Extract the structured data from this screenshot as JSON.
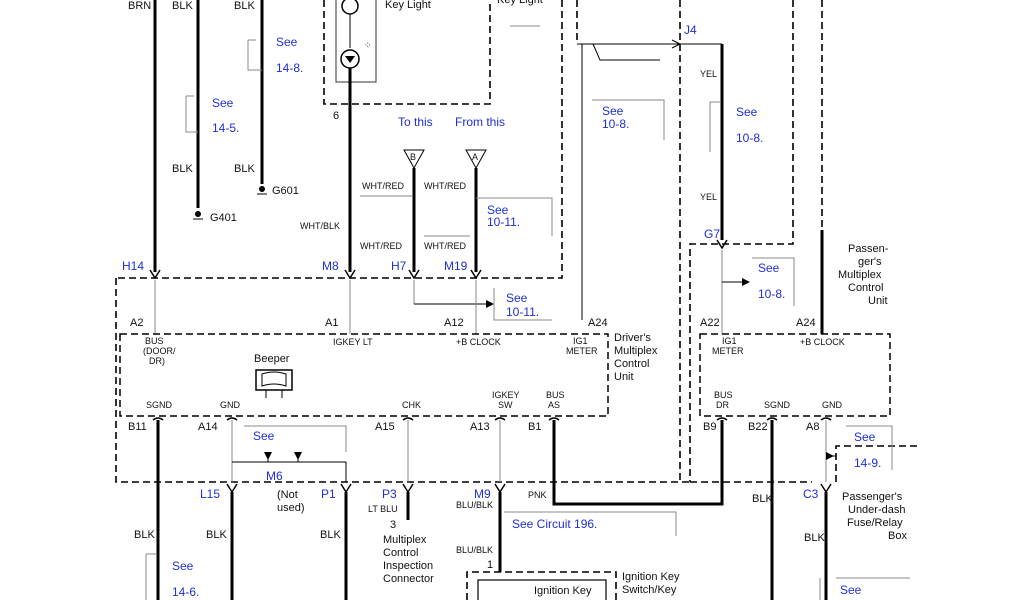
{
  "wires": {
    "brn": "BRN",
    "blk": "BLK",
    "yel": "YEL",
    "wht_red": "WHT/RED",
    "wht_blk": "WHT/BLK",
    "pnk": "PNK",
    "lt_blu": "LT BLU",
    "blu_blk": "BLU/BLK"
  },
  "grounds": {
    "g401": "G401",
    "g601": "G601"
  },
  "connectors": {
    "j4": "J4",
    "h14": "H14",
    "m8": "M8",
    "h7": "H7",
    "m19": "M19",
    "g7": "G7",
    "l15": "L15",
    "m6": "M6",
    "p1": "P1",
    "p3": "P3",
    "m9": "M9",
    "c3": "C3"
  },
  "pins": {
    "a2": "A2",
    "a1": "A1",
    "a12": "A12",
    "a24": "A24",
    "b11": "B11",
    "a14": "A14",
    "a15": "A15",
    "a13": "A13",
    "b1": "B1",
    "a22": "A22",
    "b9": "B9",
    "b22": "B22",
    "a8": "A8",
    "n6": "6",
    "n3": "3",
    "n1": "1"
  },
  "refs": {
    "see": "See",
    "r14_8": "14-8.",
    "r14_5": "14-5.",
    "r10_8": "10-8.",
    "r10_11": "10-11.",
    "r14_9": "14-9.",
    "r14_6": "14-6.",
    "circuit196": "See Circuit 196."
  },
  "arrows": {
    "b": "B",
    "a": "A"
  },
  "text": {
    "key_light": "Key Light",
    "to_this": "To this",
    "from_this": "From this",
    "beeper": "Beeper",
    "not_used_1": "(Not",
    "not_used_2": "used)"
  },
  "drv_unit": {
    "name": [
      "Driver's",
      "Multiplex",
      "Control",
      "Unit"
    ],
    "bus_door": [
      "BUS",
      "(DOOR/",
      "DR)"
    ],
    "igkey_lt": "IGKEY LT",
    "b_clock": "+B CLOCK",
    "ig1": "IG1",
    "meter": "METER",
    "sgnd": "SGND",
    "gnd": "GND",
    "chk": "CHK",
    "igkey": "IGKEY",
    "sw": "SW",
    "bus": "BUS",
    "as": "AS"
  },
  "pass_unit": {
    "name": [
      "Passen-",
      "ger's",
      "Multiplex",
      "Control",
      "Unit"
    ],
    "ig1": "IG1",
    "meter": "METER",
    "b_clock": "+B CLOCK",
    "bus": "BUS",
    "dr": "DR",
    "sgnd": "SGND",
    "gnd": "GND"
  },
  "fuse_box": [
    "Passenger's",
    "Under-dash",
    "Fuse/Relay",
    "Box"
  ],
  "insp_conn": [
    "Multiplex",
    "Control",
    "Inspection",
    "Connector"
  ],
  "ign_switch": {
    "inner": "Ignition Key",
    "outer": [
      "Ignition Key",
      "Switch/Key"
    ]
  }
}
